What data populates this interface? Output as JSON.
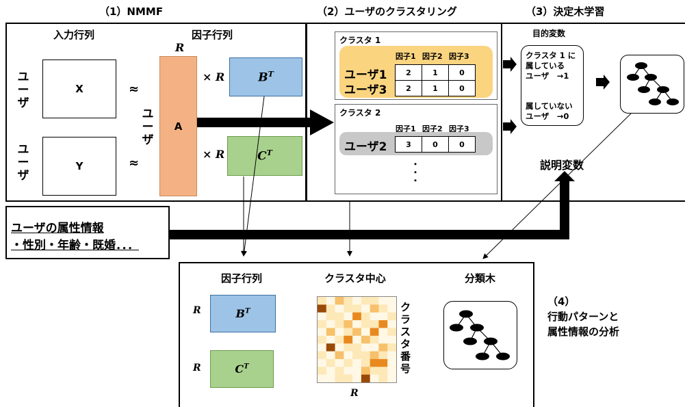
{
  "headers": {
    "s1": "（1）NMMF",
    "s2": "（2）ユーザのクラスタリング",
    "s3": "（3）決定木学習"
  },
  "nmmf": {
    "input_label": "入力行列",
    "factor_label": "因子行列",
    "user_char_1": "ユ",
    "user_char_2": "ー",
    "user_char_3": "ザ",
    "x": "X",
    "y": "Y",
    "approx": "≈",
    "a": "A",
    "times_r": "× R",
    "r": "R",
    "bt_base": "B",
    "ct_base": "C",
    "t_sup": "T"
  },
  "clusters": {
    "c1_title": "クラスタ 1",
    "c2_title": "クラスタ 2",
    "col_headers": [
      "因子1",
      "因子2",
      "因子3"
    ],
    "c1_rows": [
      {
        "user": "ユーザ1",
        "values": [
          "2",
          "1",
          "0"
        ]
      },
      {
        "user": "ユーザ3",
        "values": [
          "2",
          "1",
          "0"
        ]
      }
    ],
    "c2_rows": [
      {
        "user": "ユーザ2",
        "values": [
          "3",
          "0",
          "0"
        ]
      }
    ],
    "ellipsis": "・\n・\n・"
  },
  "tree": {
    "target_var": "目的変数",
    "belongs_text": "クラスタ 1 に\n属している\nユーザ　→1",
    "not_belongs_text": "属していない\nユーザ　→0",
    "explain_var": "説明変数"
  },
  "attributes": {
    "title": "ユーザの属性情報",
    "items": "・性別・年齢・既婚．．．"
  },
  "analysis": {
    "factor_matrix": "因子行列",
    "cluster_center": "クラスタ中心",
    "class_tree": "分類木",
    "cluster_number": "クラスタ番号",
    "r": "R",
    "label": "（4）\n行動パターンと\n属性情報の分析"
  },
  "heatmap": [
    [
      1,
      0,
      2,
      1,
      0,
      1,
      1,
      0,
      0
    ],
    [
      4,
      1,
      0,
      1,
      1,
      0,
      2,
      1,
      0
    ],
    [
      0,
      1,
      1,
      0,
      3,
      1,
      0,
      0,
      1
    ],
    [
      1,
      0,
      1,
      2,
      0,
      1,
      1,
      3,
      0
    ],
    [
      0,
      2,
      0,
      1,
      2,
      0,
      3,
      0,
      1
    ],
    [
      1,
      0,
      1,
      3,
      0,
      2,
      1,
      0,
      0
    ],
    [
      0,
      4,
      0,
      1,
      1,
      0,
      0,
      2,
      1
    ],
    [
      1,
      0,
      2,
      0,
      1,
      1,
      2,
      1,
      0
    ],
    [
      0,
      1,
      0,
      1,
      0,
      1,
      3,
      3,
      0
    ],
    [
      1,
      0,
      1,
      0,
      0,
      2,
      1,
      1,
      0
    ],
    [
      0,
      0,
      1,
      1,
      0,
      4,
      0,
      1,
      0
    ]
  ],
  "colors": {
    "a_fill": "#f4b183",
    "bt_fill": "#9dc3e6",
    "ct_fill": "#a9d18e",
    "cluster1_fill": "#fbd480",
    "cluster2_fill": "#c8c8c8",
    "heat": [
      "#fff8e6",
      "#fde8b8",
      "#f7c06a",
      "#e8891f",
      "#9a4a08"
    ]
  }
}
